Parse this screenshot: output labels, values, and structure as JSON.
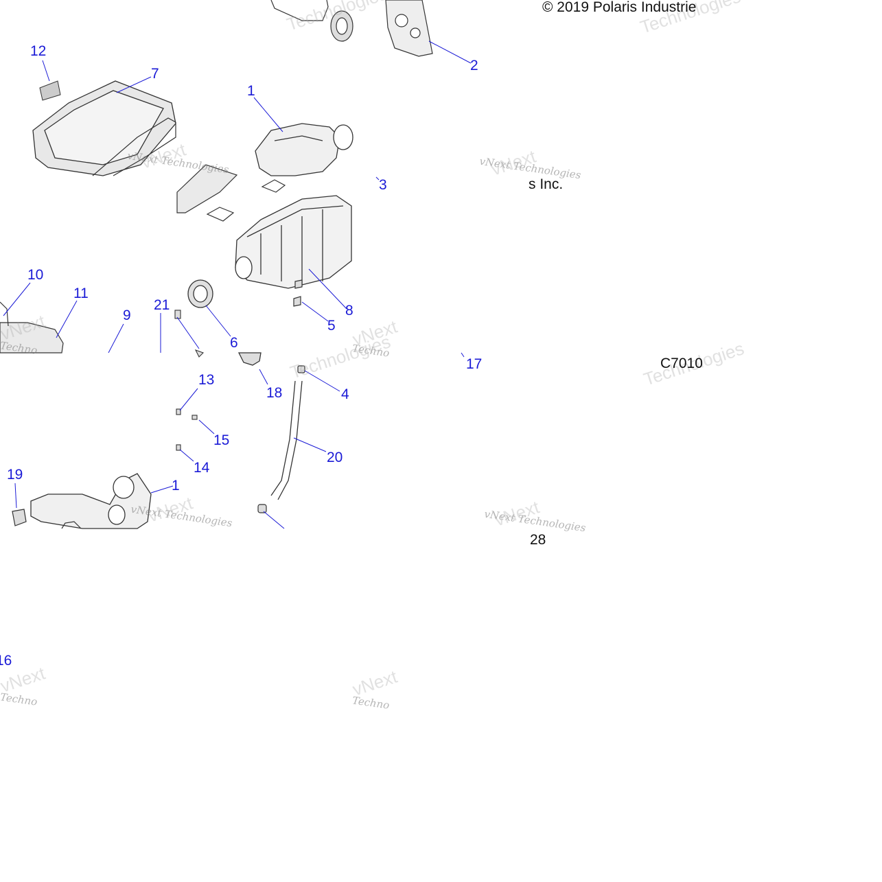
{
  "copyright": "© 2019 Polaris Industrie",
  "copyright_tail": "s Inc.",
  "diagram_code": "C7010",
  "page_fragment": "28",
  "watermark": "vNext Technologies",
  "watermark_short": "Techno",
  "watermark_next": "vNext",
  "watermark_tech": "Technologies",
  "colors": {
    "callout": "#1a1ad6",
    "part_line": "#333333",
    "part_fill": "#eeeeee"
  },
  "callouts": {
    "c1": "1",
    "c2": "2",
    "c3": "3",
    "c4": "4",
    "c5": "5",
    "c6": "6",
    "c7": "7",
    "c8": "8",
    "c9": "9",
    "c10": "10",
    "c11": "11",
    "c12": "12",
    "c13": "13",
    "c14": "14",
    "c15": "15",
    "c16": "16",
    "c17": "17",
    "c18": "18",
    "c19": "19",
    "c20": "20",
    "c21": "21",
    "c1b": "1"
  }
}
